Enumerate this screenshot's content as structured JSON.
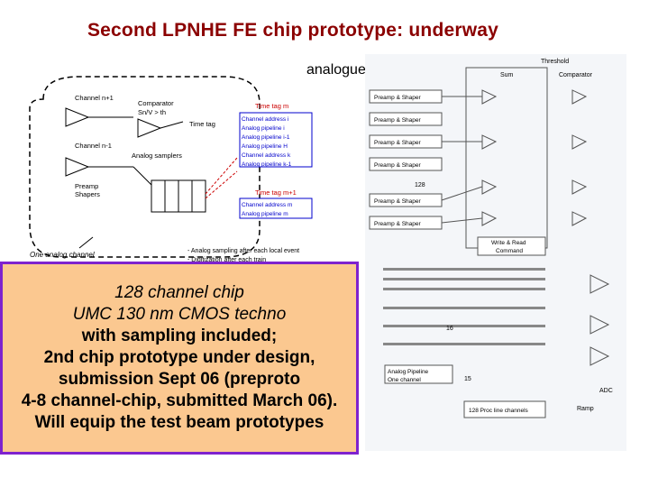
{
  "slide": {
    "title": "Second LPNHE FE chip prototype: underway",
    "analogue_label": "analogue"
  },
  "left_diagram": {
    "channel_top": "Channel n+1",
    "channel_mid": "Channel n-1",
    "preamp_label": "Preamp\nShapers",
    "one_channel": "One analog channel",
    "comparator_label": "Sn/V > th",
    "comparator_title": "Comparator",
    "time_tag": "Time tag",
    "analog_samplers": "Analog samplers",
    "block1_header": "Time tag m",
    "block1_rows": [
      "Channel address i",
      "Analog pipeline i",
      "Analog pipeline i-1",
      "Analog pipeline H",
      "Channel address k",
      "Analog pipeline k-1"
    ],
    "block2_header": "Time tag m+1",
    "block2_rows": [
      "Channel address m",
      "Analog pipeline m"
    ],
    "notes": [
      "- Analog sampling after each local event",
      "- Digitization after each train"
    ]
  },
  "right_diagram": {
    "threshold": "Threshold",
    "sum_label": "Sum",
    "comparator_label": "Comparator",
    "preamp_rows": [
      "Preamp & Shaper",
      "Preamp & Shaper",
      "Preamp & Shaper",
      "Preamp & Shaper",
      "Preamp & Shaper",
      "Preamp & Shaper"
    ],
    "count_128": "128",
    "write_read": "Write & Read\nCommand",
    "count_16": "16",
    "count_15": "15",
    "pipeline_label": "Analog Pipeline\nOne channel",
    "adc": "ADC",
    "ramp": "Ramp",
    "proc_line": "128 Proc line channels"
  },
  "callout": {
    "lines": [
      "128 channel chip",
      "UMC 130 nm CMOS techno",
      "with sampling included;",
      "2nd chip prototype under design,",
      "submission Sept 06 (preproto",
      "4-8 channel-chip, submitted  March 06).",
      "Will equip the test beam prototypes"
    ]
  }
}
